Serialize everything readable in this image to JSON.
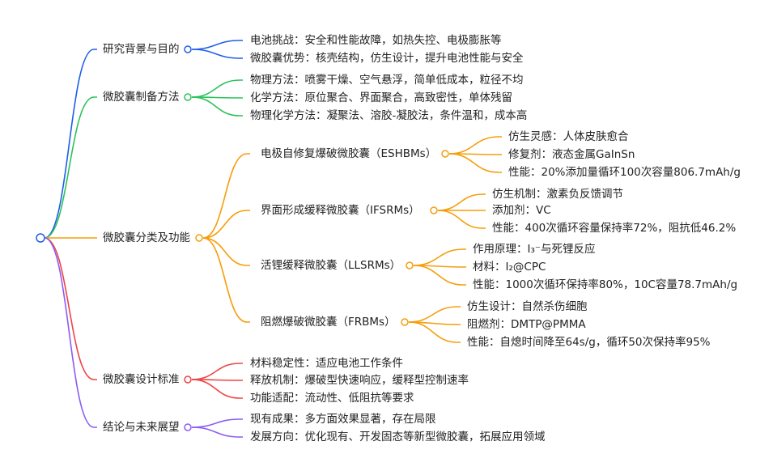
{
  "colors": {
    "blue": "#1f5ee8",
    "green": "#2bc25a",
    "orange": "#f59e0b",
    "red": "#ef4444",
    "purple": "#8b5cf6"
  },
  "branches": [
    {
      "label": "研究背景与目的",
      "children": [
        "电池挑战：安全和性能故障，如热失控、电极膨胀等",
        "微胶囊优势：核壳结构，仿生设计，提升电池性能与安全"
      ]
    },
    {
      "label": "微胶囊制备方法",
      "children": [
        "物理方法：喷雾干燥、空气悬浮，简单低成本，粒径不均",
        "化学方法：原位聚合、界面聚合，高致密性，单体残留",
        "物理化学方法：凝聚法、溶胶-凝胶法，条件温和，成本高"
      ]
    },
    {
      "label": "微胶囊分类及功能",
      "children": [
        {
          "label": "电极自修复爆破微胶囊（ESHBMs）",
          "children": [
            "仿生灵感：人体皮肤愈合",
            "修复剂：液态金属GaInSn",
            "性能：20%添加量循环100次容量806.7mAh/g"
          ]
        },
        {
          "label": "界面形成缓释微胶囊（IFSRMs）",
          "children": [
            "仿生机制：激素负反馈调节",
            "添加剂：VC",
            "性能：400次循环容量保持率72%，阻抗低46.2%"
          ]
        },
        {
          "label": "活锂缓释微胶囊（LLSRMs）",
          "children": [
            "作用原理：I₃⁻与死锂反应",
            "材料：I₂@CPC",
            "性能：1000次循环保持率80%，10C容量78.7mAh/g"
          ]
        },
        {
          "label": "阻燃爆破微胶囊（FRBMs）",
          "children": [
            "仿生设计：自然杀伤细胞",
            "阻燃剂：DMTP@PMMA",
            "性能：自熄时间降至64s/g，循环50次保持率95%"
          ]
        }
      ]
    },
    {
      "label": "微胶囊设计标准",
      "children": [
        "材料稳定性：适应电池工作条件",
        "释放机制：爆破型快速响应，缓释型控制速率",
        "功能适配：流动性、低阻抗等要求"
      ]
    },
    {
      "label": "结论与未来展望",
      "children": [
        "现有成果：多方面效果显著，存在局限",
        "发展方向：优化现有、开发固态等新型微胶囊，拓展应用领域"
      ]
    }
  ]
}
